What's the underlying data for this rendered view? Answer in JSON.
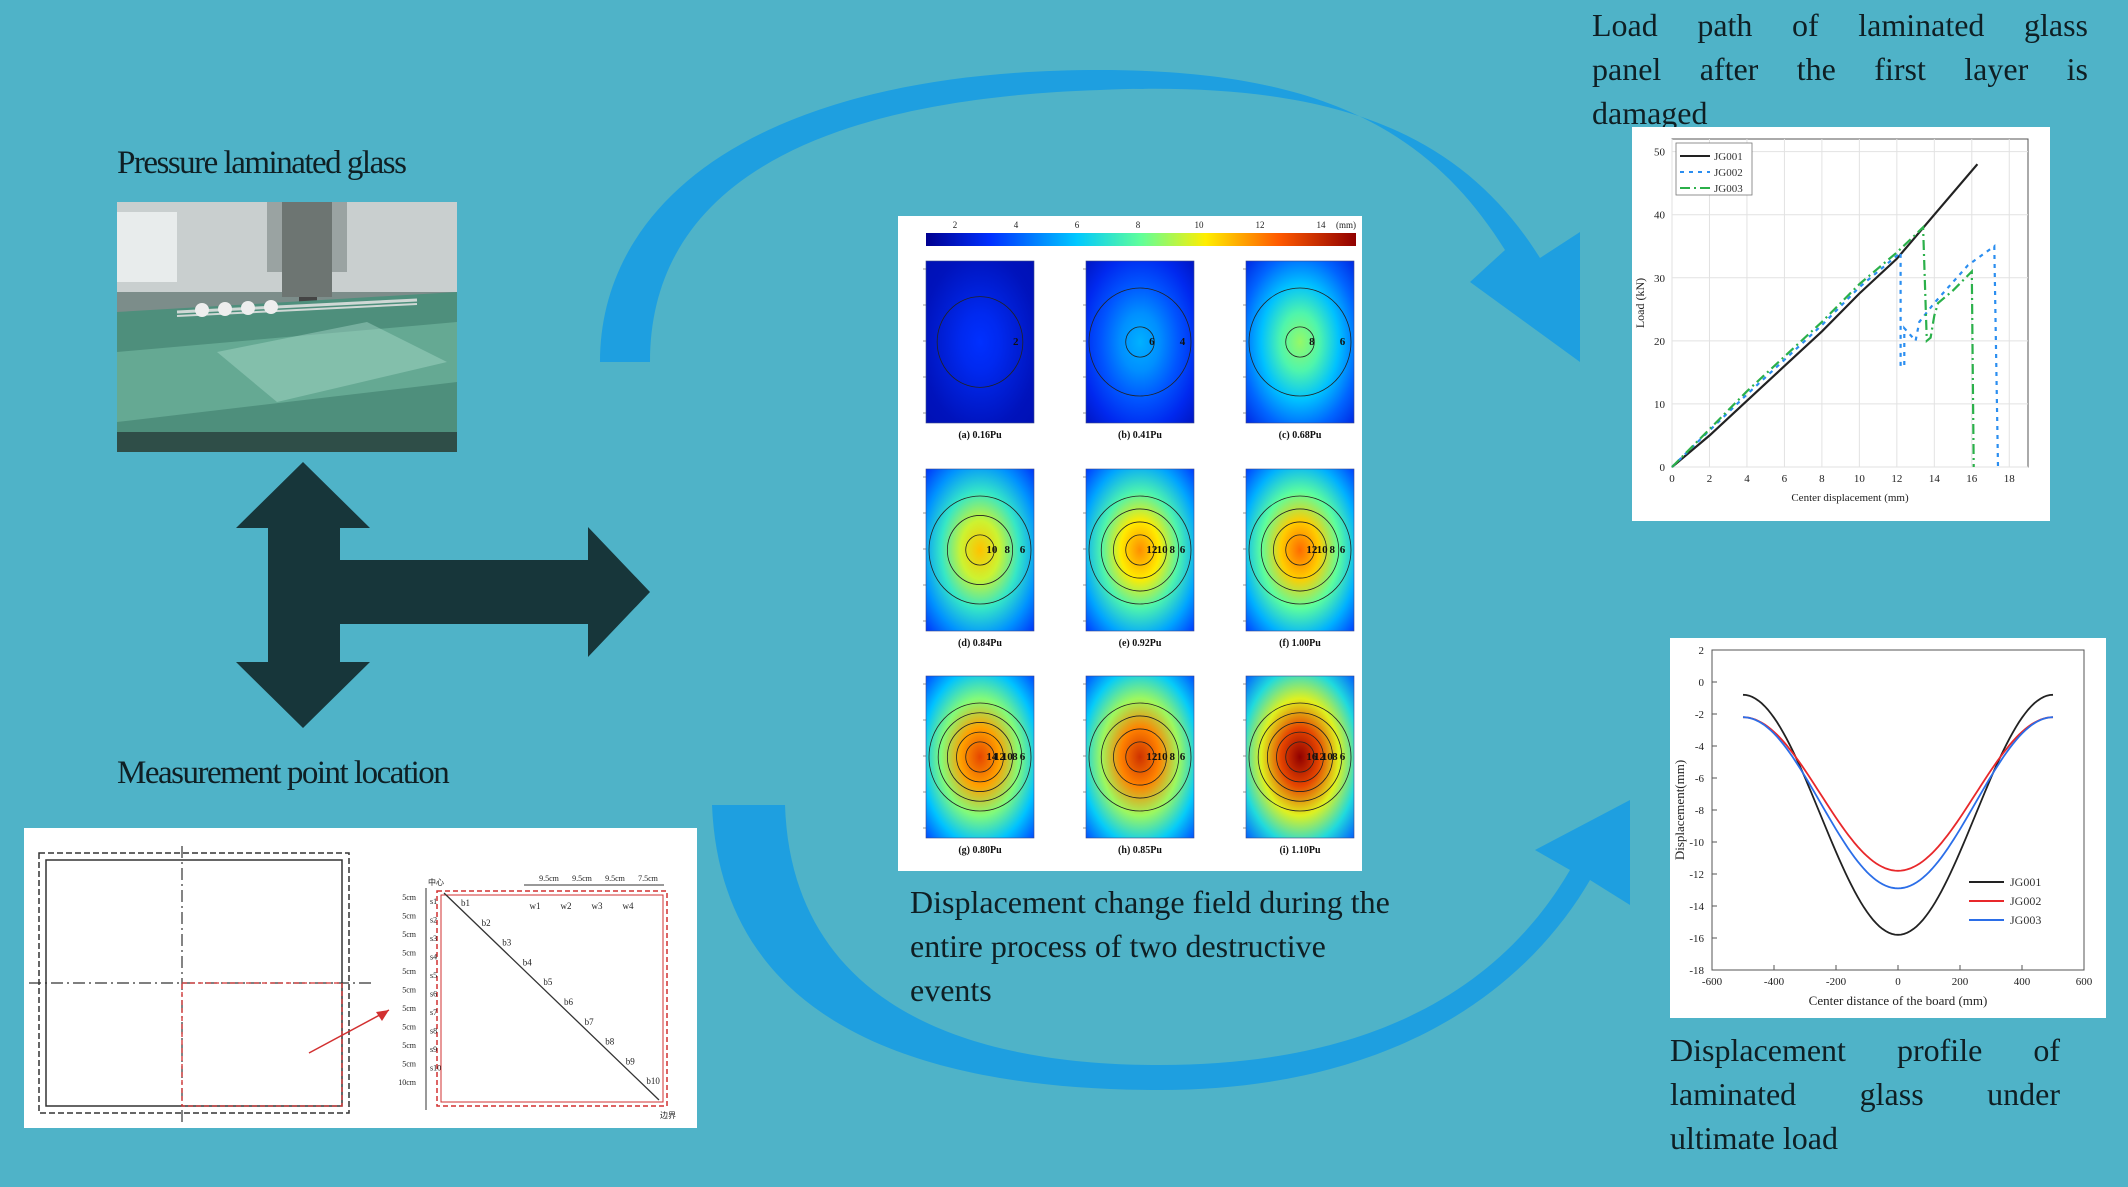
{
  "labels": {
    "pressure": "Pressure laminated glass",
    "measurement": "Measurement point location",
    "displacement_field_line1": "Displacement change field during the",
    "displacement_field_line2": "entire process of two destructive",
    "displacement_field_line3": "events",
    "load_path_line1": "Load path of laminated glass",
    "load_path_line2": "panel after the first layer is",
    "load_path_line3": "damaged",
    "profile_line1": "Displacement profile of",
    "profile_line2": "laminated glass under",
    "profile_line3": "ultimate load"
  },
  "colors": {
    "background": "#4fb3c8",
    "curved_arrow": "#1e9fe0",
    "double_arrow": "#17363a",
    "text": "#0f1f24"
  },
  "contour_grid": {
    "colorbar_ticks": [
      "2",
      "4",
      "6",
      "8",
      "10",
      "12",
      "14"
    ],
    "colorbar_unit": "(mm)",
    "panels": [
      {
        "label": "(a) 0.16Pu",
        "peak": 0.15,
        "contours": [
          "2"
        ]
      },
      {
        "label": "(b) 0.41Pu",
        "peak": 0.32,
        "contours": [
          "4",
          "6"
        ]
      },
      {
        "label": "(c) 0.68Pu",
        "peak": 0.55,
        "contours": [
          "6",
          "8"
        ]
      },
      {
        "label": "(d) 0.84Pu",
        "peak": 0.7,
        "contours": [
          "6",
          "8",
          "10"
        ]
      },
      {
        "label": "(e) 0.92Pu",
        "peak": 0.76,
        "contours": [
          "6",
          "8",
          "10",
          "12"
        ]
      },
      {
        "label": "(f) 1.00Pu",
        "peak": 0.8,
        "contours": [
          "6",
          "8",
          "10",
          "12"
        ]
      },
      {
        "label": "(g) 0.80Pu",
        "peak": 0.86,
        "contours": [
          "6",
          "8",
          "10",
          "12",
          "14"
        ]
      },
      {
        "label": "(h) 0.85Pu",
        "peak": 0.9,
        "contours": [
          "6",
          "8",
          "10",
          "12"
        ]
      },
      {
        "label": "(i) 1.10Pu",
        "peak": 1.0,
        "contours": [
          "6",
          "8",
          "10",
          "12",
          "16"
        ]
      }
    ]
  },
  "measurement_schematic": {
    "top_labels": [
      "9.5cm",
      "9.5cm",
      "9.5cm",
      "7.5cm"
    ],
    "w_labels": [
      "w1",
      "w2",
      "w3",
      "w4"
    ],
    "left_labels": [
      "5cm",
      "5cm",
      "5cm",
      "5cm",
      "5cm",
      "5cm",
      "5cm",
      "5cm",
      "5cm",
      "5cm",
      "10cm"
    ],
    "b_labels": [
      "b1",
      "b2",
      "b3",
      "b4",
      "b5",
      "b6",
      "b7",
      "b8",
      "b9",
      "b10"
    ],
    "s_labels": [
      "s1",
      "s2",
      "s3",
      "s4",
      "s5",
      "s6",
      "s7",
      "s8",
      "s9",
      "s10"
    ],
    "corner_labels": [
      "中心",
      "边界"
    ]
  },
  "chart_data": [
    {
      "type": "line",
      "xlabel": "Center displacement (mm)",
      "ylabel": "Load (kN)",
      "xlim": [
        0,
        19
      ],
      "ylim": [
        0,
        52
      ],
      "xticks": [
        "0",
        "2",
        "4",
        "6",
        "8",
        "10",
        "12",
        "14",
        "16",
        "18"
      ],
      "yticks": [
        "0",
        "10",
        "20",
        "30",
        "40",
        "50"
      ],
      "grid": true,
      "legend": "top-left",
      "series": [
        {
          "name": "JG001",
          "color": "#222222",
          "dash": "",
          "points": [
            [
              0,
              0
            ],
            [
              2,
              5
            ],
            [
              4,
              10.5
            ],
            [
              6,
              16
            ],
            [
              8,
              21.5
            ],
            [
              10,
              27.5
            ],
            [
              12,
              33
            ],
            [
              14,
              40
            ],
            [
              16.3,
              48
            ]
          ]
        },
        {
          "name": "JG002",
          "color": "#2b8ef0",
          "dash": "4,5",
          "points": [
            [
              0,
              0
            ],
            [
              2,
              5.8
            ],
            [
              4,
              11.5
            ],
            [
              6,
              17
            ],
            [
              8,
              22.5
            ],
            [
              10,
              28.5
            ],
            [
              12,
              33.5
            ],
            [
              12.2,
              34
            ],
            [
              12.2,
              16
            ],
            [
              12.4,
              16
            ],
            [
              12.4,
              22
            ],
            [
              13,
              20
            ],
            [
              13.2,
              23
            ],
            [
              14,
              26
            ],
            [
              15.8,
              32
            ],
            [
              17.2,
              35
            ],
            [
              17.4,
              0
            ]
          ]
        },
        {
          "name": "JG003",
          "color": "#2bb04a",
          "dash": "10,4,2,4",
          "points": [
            [
              0,
              0
            ],
            [
              2,
              6
            ],
            [
              4,
              12
            ],
            [
              6,
              17.5
            ],
            [
              8,
              23
            ],
            [
              10,
              29
            ],
            [
              12,
              34
            ],
            [
              13.4,
              38
            ],
            [
              13.6,
              20
            ],
            [
              13.8,
              20.5
            ],
            [
              14,
              24
            ],
            [
              14.2,
              26
            ],
            [
              15,
              28
            ],
            [
              16,
              31
            ],
            [
              16.1,
              0
            ]
          ]
        }
      ]
    },
    {
      "type": "line",
      "xlabel": "Center distance of the board (mm)",
      "ylabel": "Displacement(mm)",
      "xlim": [
        -600,
        600
      ],
      "ylim": [
        -18,
        2
      ],
      "xticks": [
        "-600",
        "-400",
        "-200",
        "0",
        "200",
        "400",
        "600"
      ],
      "yticks": [
        "2",
        "0",
        "-2",
        "-4",
        "-6",
        "-8",
        "-10",
        "-12",
        "-14",
        "-16",
        "-18"
      ],
      "legend": "bottom-right",
      "series": [
        {
          "name": "JG001",
          "color": "#222222",
          "depth": 15.8,
          "edge": -0.8,
          "halfwidth": 500
        },
        {
          "name": "JG002",
          "color": "#e8282b",
          "depth": 11.8,
          "edge": -2.2,
          "halfwidth": 500
        },
        {
          "name": "JG003",
          "color": "#2b6ee8",
          "depth": 12.9,
          "edge": -2.2,
          "halfwidth": 500
        }
      ]
    }
  ]
}
